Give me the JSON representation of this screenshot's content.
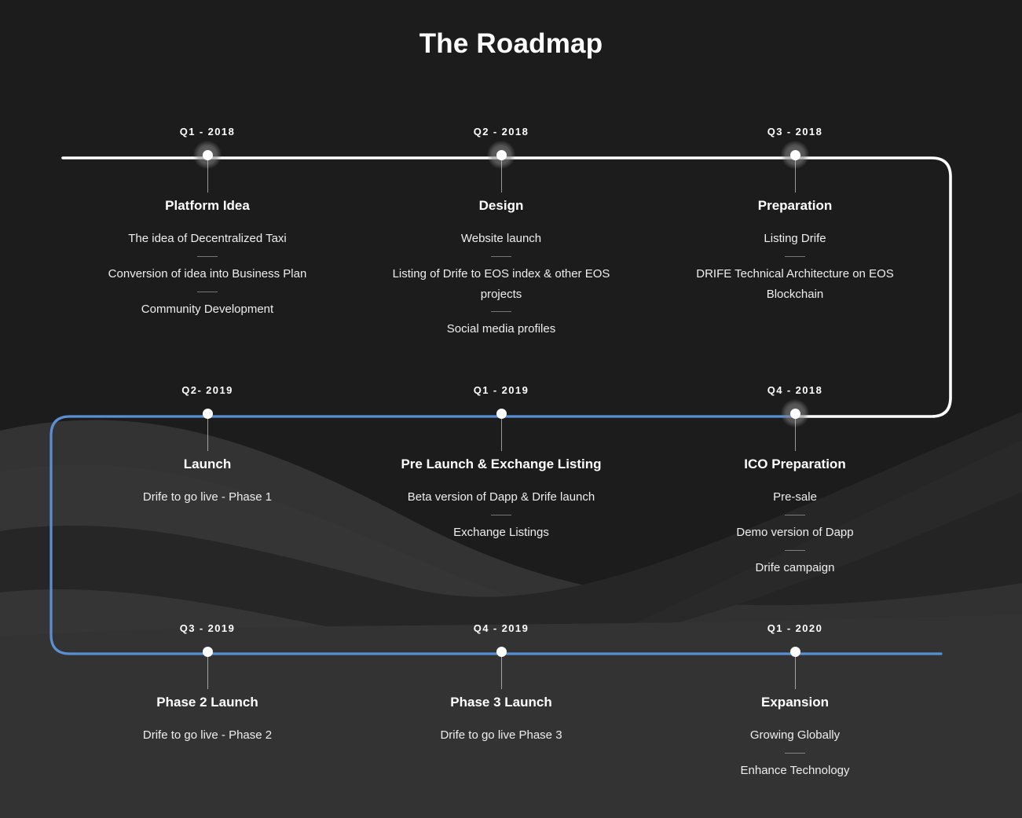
{
  "page": {
    "title": "The Roadmap",
    "background_top": "#1c1c1c",
    "background_bottom": "#333333",
    "accent_blue": "#5b8fd4",
    "accent_white": "#ffffff"
  },
  "timeline": {
    "rows": [
      {
        "line_color": "#ffffff",
        "milestones": [
          {
            "quarter": "Q1 - 2018",
            "title": "Platform Idea",
            "items": [
              "The idea of Decentralized Taxi",
              "Conversion of idea into Business Plan",
              "Community Development"
            ],
            "marker": "halo-dot"
          },
          {
            "quarter": "Q2 - 2018",
            "title": "Design",
            "items": [
              "Website launch",
              "Listing of Drife to EOS index & other EOS projects",
              "Social media profiles"
            ],
            "marker": "halo-dot"
          },
          {
            "quarter": "Q3 - 2018",
            "title": "Preparation",
            "items": [
              "Listing Drife",
              "DRIFE Technical Architecture on EOS Blockchain"
            ],
            "marker": "halo-dot"
          }
        ]
      },
      {
        "line_color": "#5b8fd4",
        "milestones": [
          {
            "quarter": "Q2- 2019",
            "title": "Launch",
            "items": [
              "Drife to go live - Phase 1"
            ],
            "marker": "dot"
          },
          {
            "quarter": "Q1 - 2019",
            "title": "Pre Launch & Exchange Listing",
            "items": [
              "Beta version of Dapp & Drife launch",
              "Exchange Listings"
            ],
            "marker": "dot"
          },
          {
            "quarter": "Q4 - 2018",
            "title": "ICO Preparation",
            "items": [
              "Pre-sale",
              "Demo version of Dapp",
              "Drife campaign"
            ],
            "marker": "halo-dot"
          }
        ]
      },
      {
        "line_color": "#5b8fd4",
        "milestones": [
          {
            "quarter": "Q3 - 2019",
            "title": "Phase 2 Launch",
            "items": [
              "Drife to go live - Phase 2"
            ],
            "marker": "dot"
          },
          {
            "quarter": "Q4 - 2019",
            "title": "Phase 3 Launch",
            "items": [
              "Drife to go live Phase 3"
            ],
            "marker": "dot"
          },
          {
            "quarter": "Q1 - 2020",
            "title": "Expansion",
            "items": [
              "Growing Globally",
              "Enhance Technology"
            ],
            "marker": "dot"
          }
        ]
      }
    ]
  }
}
